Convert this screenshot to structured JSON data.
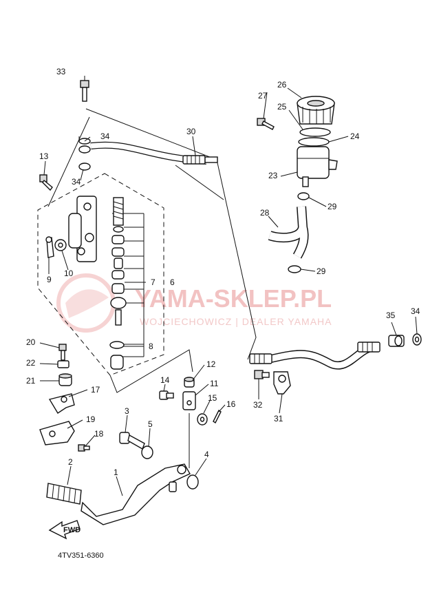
{
  "watermark": {
    "brand": "YAMA-SKLEP.PL",
    "dealer": "WOJCIECHOWICZ | DEALER YAMAHA",
    "color": "#e88a8a"
  },
  "diagram_code": "4TV351-6360",
  "fwd_badge": "FWD",
  "callouts": [
    {
      "id": "1"
    },
    {
      "id": "2"
    },
    {
      "id": "3"
    },
    {
      "id": "4"
    },
    {
      "id": "5"
    },
    {
      "id": "6"
    },
    {
      "id": "7"
    },
    {
      "id": "8"
    },
    {
      "id": "9"
    },
    {
      "id": "10"
    },
    {
      "id": "11"
    },
    {
      "id": "12"
    },
    {
      "id": "13"
    },
    {
      "id": "14"
    },
    {
      "id": "15"
    },
    {
      "id": "16"
    },
    {
      "id": "17"
    },
    {
      "id": "18"
    },
    {
      "id": "19"
    },
    {
      "id": "20"
    },
    {
      "id": "21"
    },
    {
      "id": "22"
    },
    {
      "id": "23"
    },
    {
      "id": "24"
    },
    {
      "id": "25"
    },
    {
      "id": "26"
    },
    {
      "id": "27"
    },
    {
      "id": "28"
    },
    {
      "id": "29"
    },
    {
      "id": "29"
    },
    {
      "id": "30"
    },
    {
      "id": "31"
    },
    {
      "id": "32"
    },
    {
      "id": "33"
    },
    {
      "id": "34"
    },
    {
      "id": "34"
    },
    {
      "id": "34"
    },
    {
      "id": "35"
    }
  ]
}
